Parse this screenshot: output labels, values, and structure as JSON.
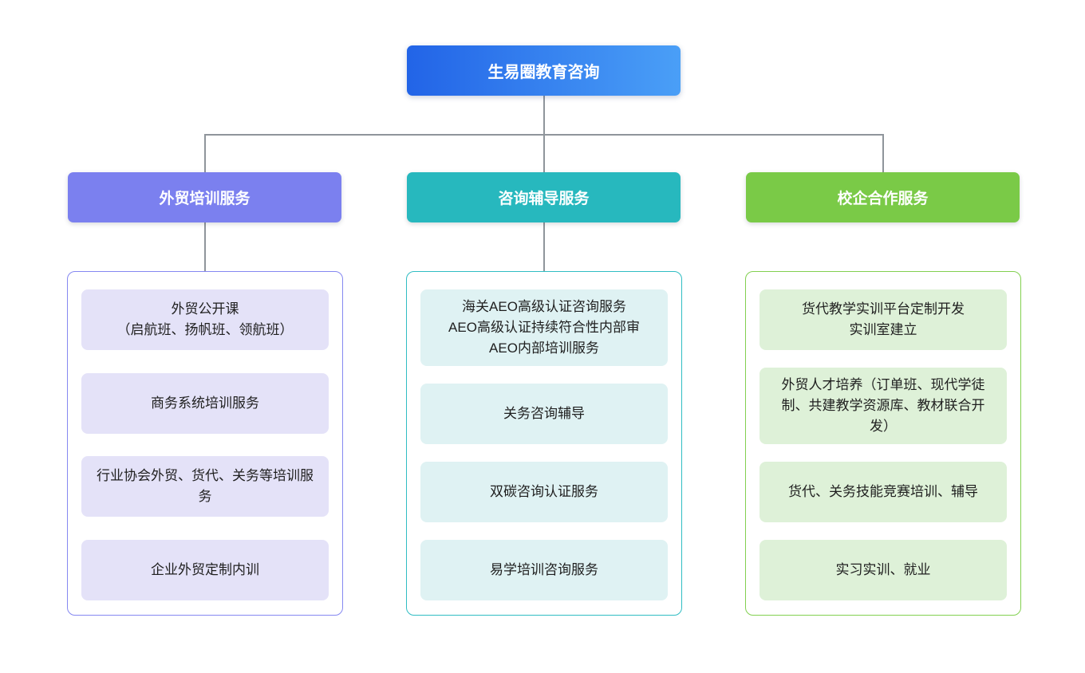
{
  "root": {
    "label": "生易圈教育咨询",
    "color_from": "#2264e7",
    "color_to": "#4a9ff7"
  },
  "connector_color": "#8f959b",
  "branches": [
    {
      "label": "外贸培训服务",
      "header_color": "#7b80ef",
      "border_color": "#8588f1",
      "item_bg": "#e4e2f8",
      "items": [
        {
          "lines": [
            "外贸公开课",
            "（启航班、扬帆班、领航班）"
          ]
        },
        {
          "lines": [
            "商务系统培训服务"
          ]
        },
        {
          "lines": [
            "行业协会外贸、货代、关务等培训服务"
          ]
        },
        {
          "lines": [
            "企业外贸定制内训"
          ]
        }
      ]
    },
    {
      "label": "咨询辅导服务",
      "header_color": "#27b8be",
      "border_color": "#30bdc3",
      "item_bg": "#dff2f3",
      "items": [
        {
          "lines": [
            "海关AEO高级认证咨询服务",
            "AEO高级认证持续符合性内部审",
            "AEO内部培训服务"
          ]
        },
        {
          "lines": [
            "关务咨询辅导"
          ]
        },
        {
          "lines": [
            "双碳咨询认证服务"
          ]
        },
        {
          "lines": [
            "易学培训咨询服务"
          ]
        }
      ]
    },
    {
      "label": "校企合作服务",
      "header_color": "#7aca47",
      "border_color": "#82d050",
      "item_bg": "#def1d8",
      "items": [
        {
          "lines": [
            "货代教学实训平台定制开发",
            "实训室建立"
          ]
        },
        {
          "lines": [
            "外贸人才培养（订单班、现代学徒制、共建教学资源库、教材联合开发）"
          ]
        },
        {
          "lines": [
            "货代、关务技能竞赛培训、辅导"
          ]
        },
        {
          "lines": [
            "实习实训、就业"
          ]
        }
      ]
    }
  ]
}
